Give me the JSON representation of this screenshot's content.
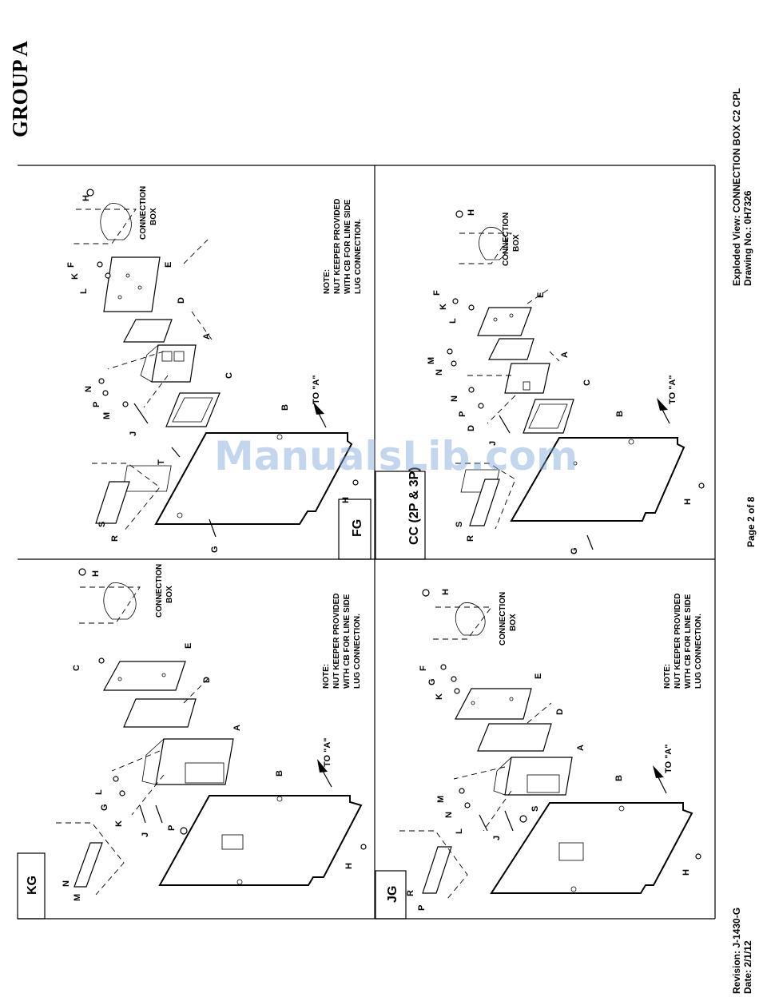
{
  "header": {
    "group_title": "GROUP A"
  },
  "footer": {
    "revision": "Revision: J-1430-G",
    "date": "Date: 2/1/12",
    "page": "Page 2 of 8",
    "exploded_view": "Exploded View: CONNECTION BOX C2 CPL",
    "drawing_no": "Drawing No.: 0H7326"
  },
  "watermark": "ManualsLib.com",
  "panels": {
    "fg": {
      "title": "FG",
      "note": [
        "NOTE:",
        "NUT KEEPER PROVIDED",
        "WITH CB FOR LINE SIDE",
        "LUG CONNECTION."
      ],
      "box_label": [
        "CONNECTION",
        "BOX"
      ],
      "to_a": "TO \"A\"",
      "labels": {
        "a": "A",
        "b": "B",
        "c": "C",
        "d": "D",
        "e": "E",
        "f": "F",
        "g": "G",
        "h1": "H",
        "h2": "H",
        "j": "J",
        "k": "K",
        "l": "L",
        "m": "M",
        "n": "N",
        "p": "P",
        "r": "R",
        "s": "S",
        "t": "T"
      }
    },
    "kg": {
      "title": "KG",
      "note": [
        "NOTE:",
        "NUT KEEPER PROVIDED",
        "WITH CB FOR LINE SIDE",
        "LUG CONNECTION."
      ],
      "box_label": [
        "CONNECTION",
        "BOX"
      ],
      "to_a": "TO \"A\"",
      "labels": {
        "a": "A",
        "b": "B",
        "c": "C",
        "d": "D",
        "e": "E",
        "g": "G",
        "h1": "H",
        "h2": "H",
        "j": "J",
        "k": "K",
        "l": "L",
        "m": "M",
        "n": "N",
        "p": "P"
      }
    },
    "cc": {
      "title": "CC (2P & 3P)",
      "box_label": [
        "CONNECTION",
        "BOX"
      ],
      "to_a": "TO \"A\"",
      "labels": {
        "a": "A",
        "b": "B",
        "c": "C",
        "d": "D",
        "e": "E",
        "f": "F",
        "g": "G",
        "h1": "H",
        "h2": "H",
        "j": "J",
        "k": "K",
        "l": "L",
        "m": "M",
        "n1": "N",
        "n2": "N",
        "p": "P",
        "r": "R",
        "s": "S"
      }
    },
    "jg": {
      "title": "JG",
      "note": [
        "NOTE:",
        "NUT KEEPER PROVIDED",
        "WITH CB FOR LINE SIDE",
        "LUG CONNECTION."
      ],
      "box_label": [
        "CONNECTION",
        "BOX"
      ],
      "to_a": "TO \"A\"",
      "labels": {
        "a": "A",
        "b": "B",
        "d": "D",
        "e": "E",
        "f": "F",
        "g": "G",
        "h1": "H",
        "h2": "H",
        "j": "J",
        "k": "K",
        "l": "L",
        "m": "M",
        "n": "N",
        "p": "P",
        "r": "R",
        "s": "S"
      }
    }
  }
}
